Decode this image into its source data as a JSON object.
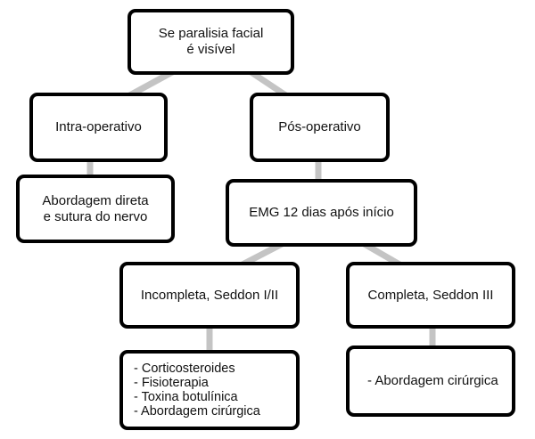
{
  "root": {
    "lines": [
      "Se paralisia facial",
      "é visível"
    ]
  },
  "intra": {
    "label": "Intra-operativo"
  },
  "pos": {
    "label": "Pós-operativo"
  },
  "direct": {
    "lines": [
      "Abordagem direta",
      "e sutura do nervo"
    ]
  },
  "emg": {
    "label": "EMG 12 dias após início"
  },
  "incomplete": {
    "label": "Incompleta, Seddon I/II"
  },
  "complete": {
    "label": "Completa, Seddon III"
  },
  "incomplete_treatment": {
    "items": [
      "- Corticosteroides",
      "- Fisioterapia",
      "- Toxina botulínica",
      "- Abordagem cirúrgica"
    ]
  },
  "complete_treatment": {
    "label": "- Abordagem cirúrgica"
  },
  "colors": {
    "connector": "#c4c4c4",
    "border": "#000000",
    "background": "#ffffff"
  }
}
